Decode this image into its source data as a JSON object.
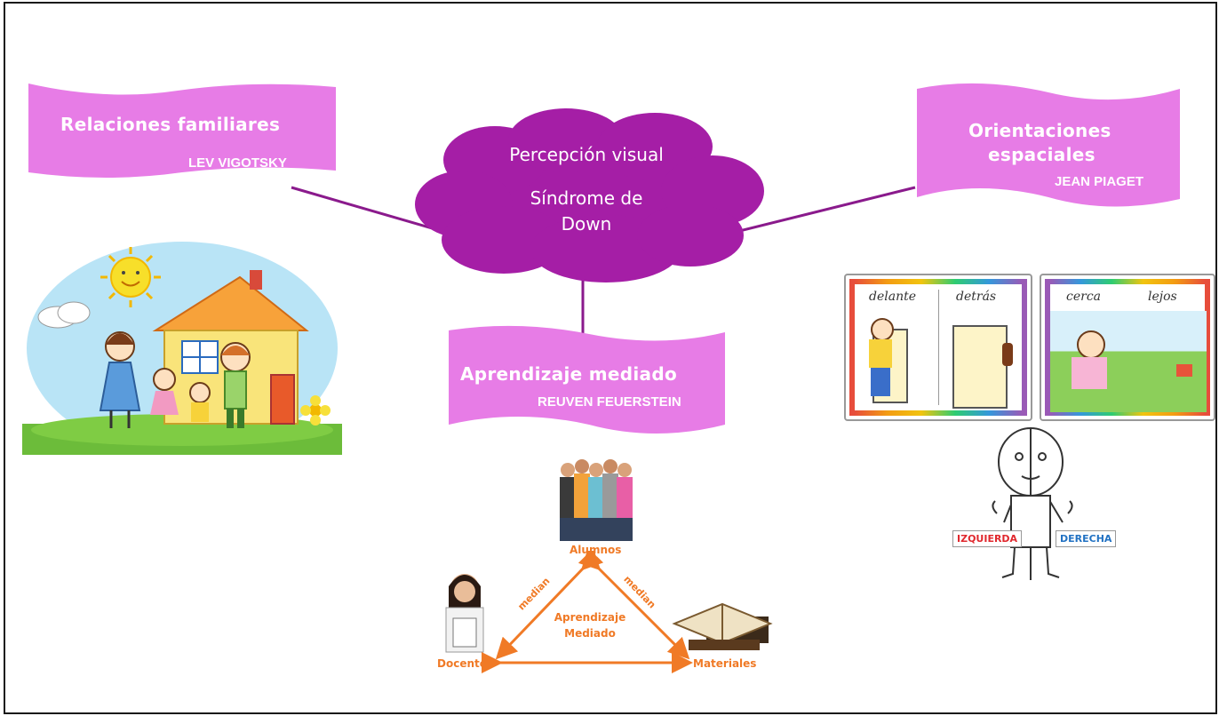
{
  "center": {
    "line1": "Percepción visual",
    "line2": "Síndrome de",
    "line3": "Down"
  },
  "left_banner": {
    "title": "Relaciones familiares",
    "author": "LEV VIGOTSKY"
  },
  "right_banner": {
    "title_line1": "Orientaciones",
    "title_line2": "espaciales",
    "author": "JEAN PIAGET"
  },
  "bottom_banner": {
    "title": "Aprendizaje mediado",
    "author": "REUVEN FEUERSTEIN"
  },
  "triangle": {
    "top": "Alumnos",
    "left": "Docente",
    "right": "Materiales",
    "center_line1": "Aprendizaje",
    "center_line2": "Mediado",
    "edge_left": "median",
    "edge_right": "median"
  },
  "cards": {
    "card1_left": "delante",
    "card1_right": "detrás",
    "card2_left": "cerca",
    "card2_right": "lejos"
  },
  "lr_labels": {
    "left": "IZQUIERDA",
    "right": "DERECHA"
  },
  "colors": {
    "banner": "#e77ce6",
    "cloud": "#a51ea6",
    "connector": "#8a1a8c",
    "orange": "#f07a26"
  }
}
